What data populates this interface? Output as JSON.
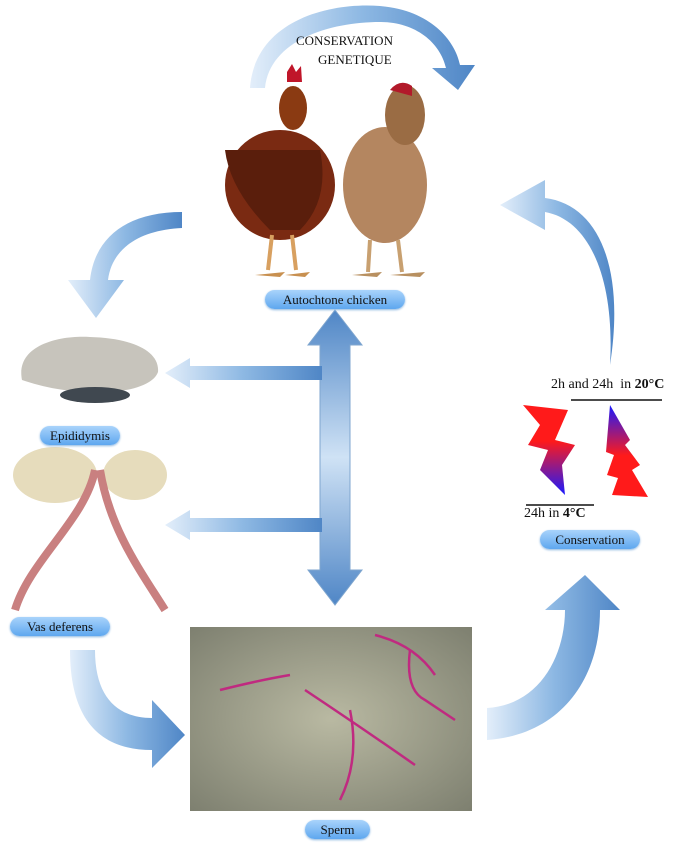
{
  "title": {
    "line1": "CONSERVATION",
    "line2": "GENETIQUE"
  },
  "labels": {
    "chicken": "Autochtone chicken",
    "epididymis": "Epididymis",
    "vas_deferens": "Vas deferens",
    "sperm": "Sperm",
    "conservation": "Conservation"
  },
  "conditions": {
    "warm_prefix": "2h and 24h  in ",
    "warm_temp": "20°C",
    "cold_prefix": "24h in ",
    "cold_temp": "4°C"
  },
  "colors": {
    "arrow": "#6fa3d8",
    "pill": "#7ab8f2",
    "bolt_red": "#ff1a1a",
    "bolt_blue": "#2020ff"
  }
}
